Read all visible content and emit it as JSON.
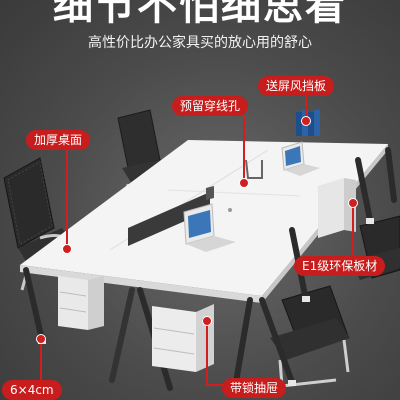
{
  "header": {
    "title": "细节不怕细思看",
    "subtitle": "高性价比办公家具买的放心用的舒心"
  },
  "callouts": {
    "screen": "送屏风挡板",
    "wire_hole": "预留穿线孔",
    "desktop": "加厚桌面",
    "board": "E1级环保板材",
    "leg": "6×4cm",
    "drawer": "带锁抽屉"
  },
  "colors": {
    "accent": "#c81d1d",
    "background": "#4a4a4a",
    "desktop": "#f4f4f4",
    "legs": "#2b2b2b"
  }
}
